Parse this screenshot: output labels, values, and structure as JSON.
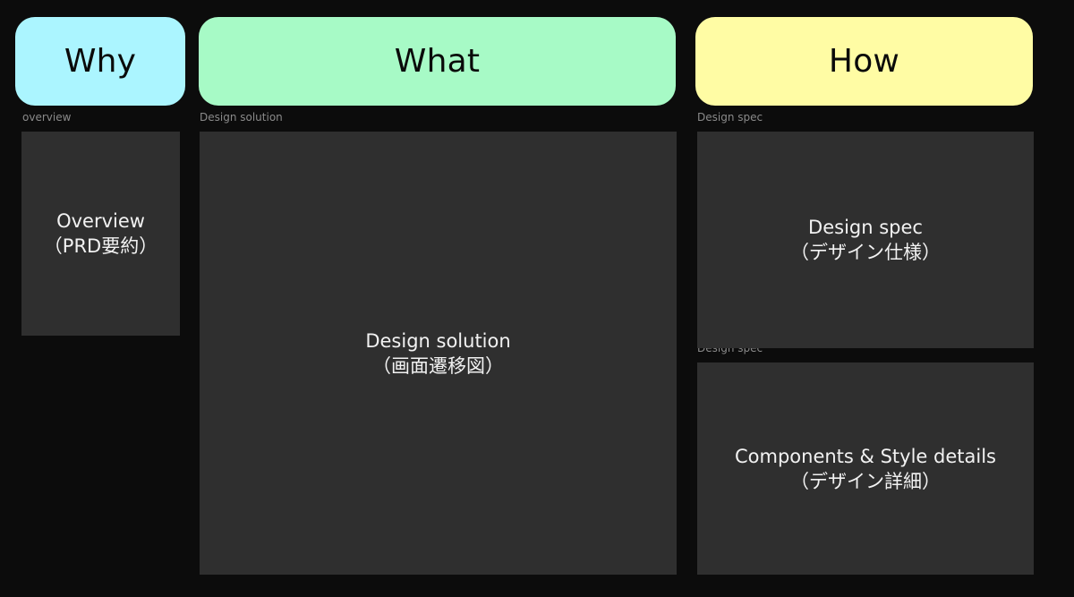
{
  "headers": [
    {
      "id": "why",
      "label": "Why",
      "color": "#abf5ff"
    },
    {
      "id": "what",
      "label": "What",
      "color": "#a7fac6"
    },
    {
      "id": "how",
      "label": "How",
      "color": "#fffca4"
    }
  ],
  "frames": {
    "overview": {
      "tag": "overview",
      "line1": "Overview",
      "line2": "（PRD要約）"
    },
    "solution": {
      "tag": "Design solution",
      "line1": "Design solution",
      "line2": "（画面遷移図）"
    },
    "spec": {
      "tag": "Design spec",
      "line1": "Design spec",
      "line2": "（デザイン仕様）"
    },
    "components": {
      "tag": "Design spec",
      "line1": "Components & Style details",
      "line2": "（デザイン詳細）"
    }
  }
}
